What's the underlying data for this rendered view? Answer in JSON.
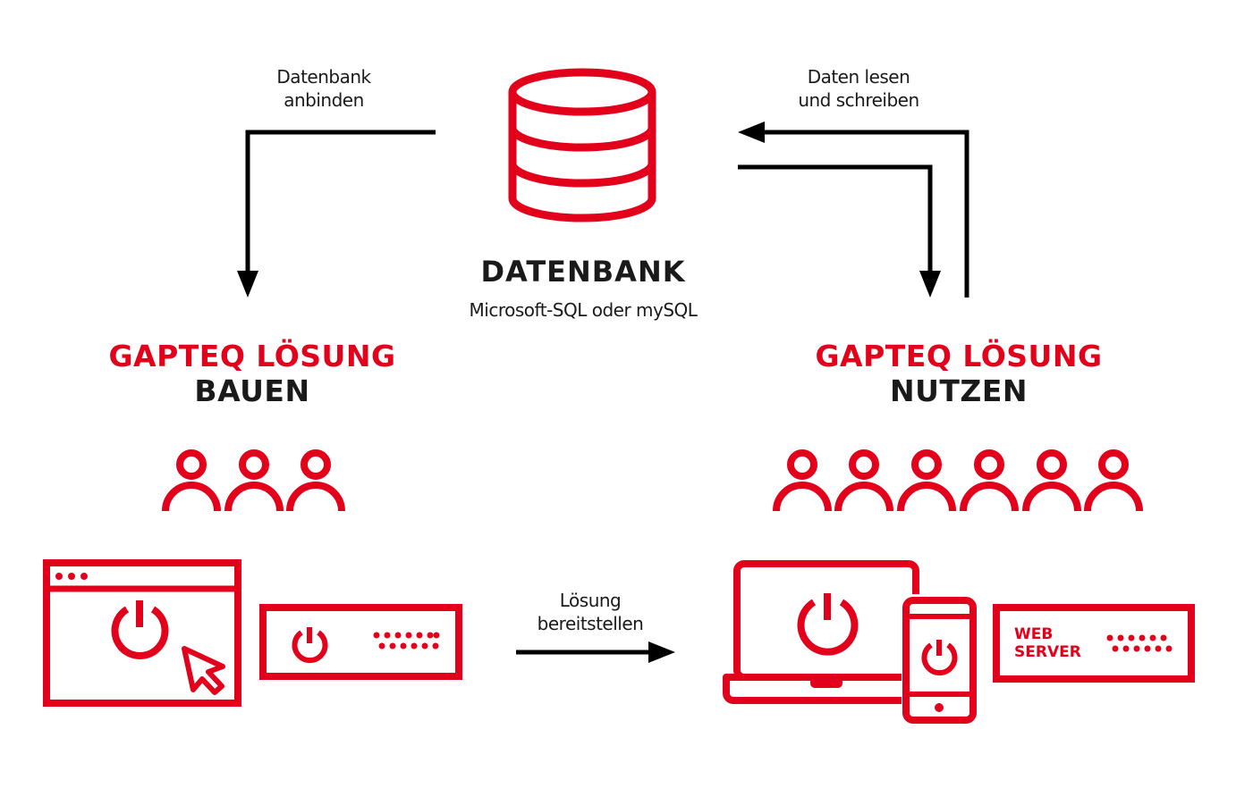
{
  "colors": {
    "accent": "#e3001b",
    "text": "#1a1a1a",
    "background": "#ffffff"
  },
  "database": {
    "title": "DATENBANK",
    "subtitle": "Microsoft-SQL oder mySQL",
    "icon": "database-icon"
  },
  "arrows": {
    "connect_db": {
      "line1": "Datenbank",
      "line2": "anbinden"
    },
    "read_write": {
      "line1": "Daten lesen",
      "line2": "und schreiben"
    },
    "deploy": {
      "line1": "Lösung",
      "line2": "bereitstellen"
    }
  },
  "build": {
    "title_red": "GAPTEQ LÖSUNG",
    "title_black": "BAUEN",
    "user_count": 3
  },
  "use": {
    "title_red": "GAPTEQ LÖSUNG",
    "title_black": "NUTZEN",
    "user_count": 6
  },
  "webserver": {
    "line1": "WEB",
    "line2": "SERVER"
  }
}
